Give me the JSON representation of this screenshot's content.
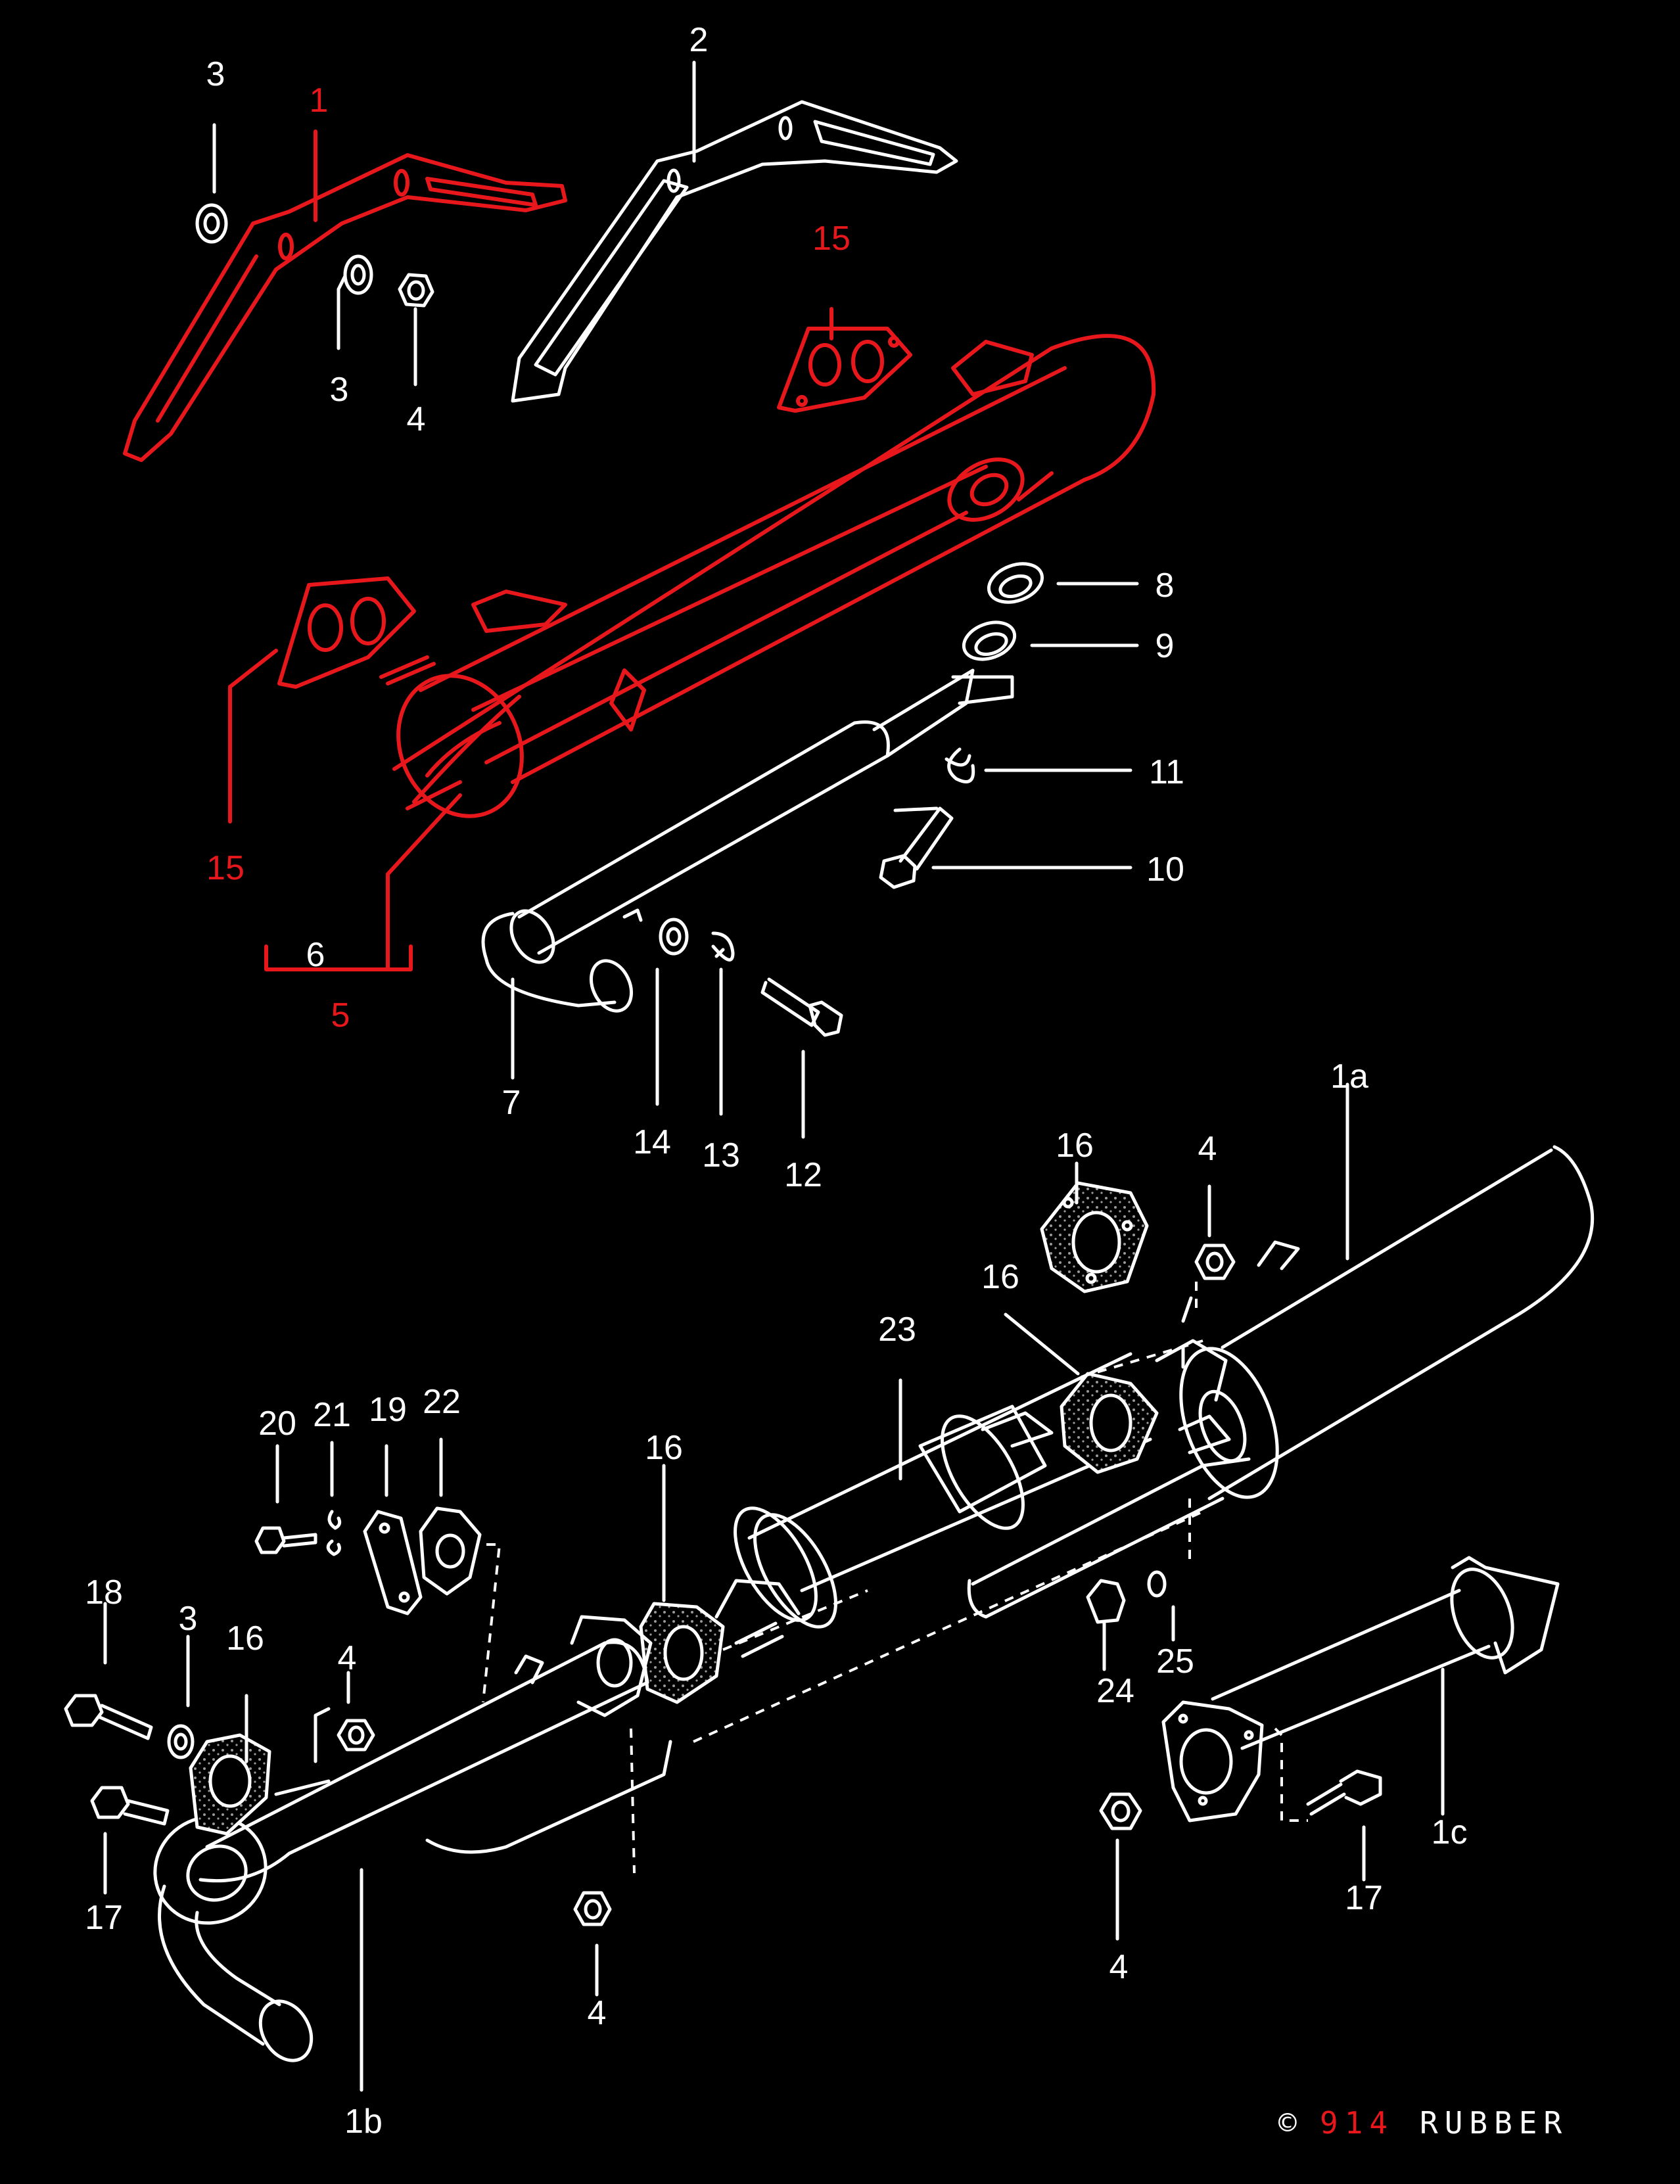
{
  "colors": {
    "background": "#000000",
    "line": "#ffffff",
    "highlight": "#e8171c",
    "stipple": "#8a8a8a"
  },
  "labels": {
    "red_1": "1",
    "red_15_top": "15",
    "red_15_left": "15",
    "red_5": "5",
    "l_2": "2",
    "l_3a": "3",
    "l_3b": "3",
    "l_4_top": "4",
    "l_6": "6",
    "l_7": "7",
    "l_8": "8",
    "l_9": "9",
    "l_10": "10",
    "l_11": "11",
    "l_12": "12",
    "l_13": "13",
    "l_14": "14",
    "l_1a": "1a",
    "l_1b": "1b",
    "l_1c": "1c",
    "l_16_top": "16",
    "l_16_mid": "16",
    "l_16_center": "16",
    "l_16_left": "16",
    "l_4_upper_right": "4",
    "l_4_left": "4",
    "l_4_bottom_mid": "4",
    "l_4_bottom_right": "4",
    "l_17_left": "17",
    "l_17_right": "17",
    "l_18": "18",
    "l_3_left": "3",
    "l_19": "19",
    "l_20": "20",
    "l_21": "21",
    "l_22": "22",
    "l_23": "23",
    "l_24": "24",
    "l_25": "25"
  },
  "watermark": {
    "mark": "©",
    "brand_number": "914",
    "brand_name": "RUBBER"
  }
}
